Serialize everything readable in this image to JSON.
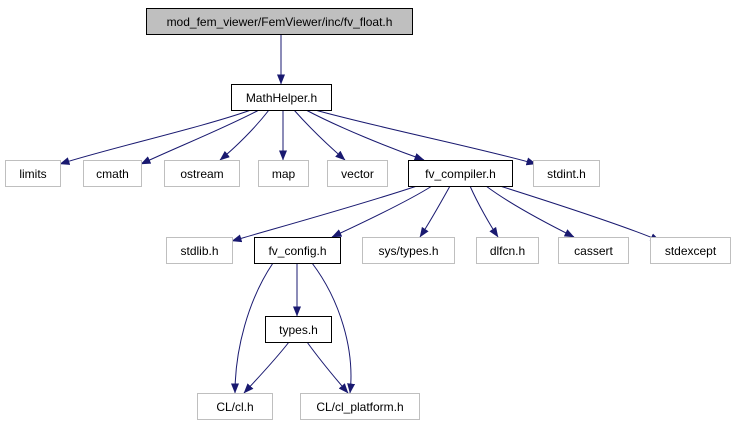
{
  "graph": {
    "nodes": [
      {
        "id": "fv_float",
        "label": "mod_fem_viewer/FemViewer/inc/fv_float.h",
        "style": "root"
      },
      {
        "id": "mathhelper",
        "label": "MathHelper.h",
        "style": "internal"
      },
      {
        "id": "limits",
        "label": "limits",
        "style": "external"
      },
      {
        "id": "cmath",
        "label": "cmath",
        "style": "external"
      },
      {
        "id": "ostream",
        "label": "ostream",
        "style": "external"
      },
      {
        "id": "map",
        "label": "map",
        "style": "external"
      },
      {
        "id": "vector",
        "label": "vector",
        "style": "external"
      },
      {
        "id": "fv_compiler",
        "label": "fv_compiler.h",
        "style": "internal"
      },
      {
        "id": "stdint",
        "label": "stdint.h",
        "style": "external"
      },
      {
        "id": "stdlib",
        "label": "stdlib.h",
        "style": "external"
      },
      {
        "id": "fv_config",
        "label": "fv_config.h",
        "style": "internal"
      },
      {
        "id": "sys_types",
        "label": "sys/types.h",
        "style": "external"
      },
      {
        "id": "dlfcn",
        "label": "dlfcn.h",
        "style": "external"
      },
      {
        "id": "cassert",
        "label": "cassert",
        "style": "external"
      },
      {
        "id": "stdexcept",
        "label": "stdexcept",
        "style": "external"
      },
      {
        "id": "types",
        "label": "types.h",
        "style": "internal"
      },
      {
        "id": "cl",
        "label": "CL/cl.h",
        "style": "external"
      },
      {
        "id": "cl_platform",
        "label": "CL/cl_platform.h",
        "style": "external"
      }
    ],
    "edges": [
      {
        "from": "fv_float",
        "to": "mathhelper"
      },
      {
        "from": "mathhelper",
        "to": "limits"
      },
      {
        "from": "mathhelper",
        "to": "cmath"
      },
      {
        "from": "mathhelper",
        "to": "ostream"
      },
      {
        "from": "mathhelper",
        "to": "map"
      },
      {
        "from": "mathhelper",
        "to": "vector"
      },
      {
        "from": "mathhelper",
        "to": "fv_compiler"
      },
      {
        "from": "mathhelper",
        "to": "stdint"
      },
      {
        "from": "fv_compiler",
        "to": "stdlib"
      },
      {
        "from": "fv_compiler",
        "to": "fv_config"
      },
      {
        "from": "fv_compiler",
        "to": "sys_types"
      },
      {
        "from": "fv_compiler",
        "to": "dlfcn"
      },
      {
        "from": "fv_compiler",
        "to": "cassert"
      },
      {
        "from": "fv_compiler",
        "to": "stdexcept"
      },
      {
        "from": "fv_config",
        "to": "types"
      },
      {
        "from": "fv_config",
        "to": "cl"
      },
      {
        "from": "fv_config",
        "to": "cl_platform"
      },
      {
        "from": "types",
        "to": "cl"
      },
      {
        "from": "types",
        "to": "cl_platform"
      }
    ]
  },
  "colors": {
    "root_fill": "#bfbfbf",
    "root_stroke": "#000000",
    "internal_fill": "#ffffff",
    "internal_stroke": "#000000",
    "external_fill": "#ffffff",
    "external_stroke": "#bfbfbf",
    "edge": "#191970"
  }
}
